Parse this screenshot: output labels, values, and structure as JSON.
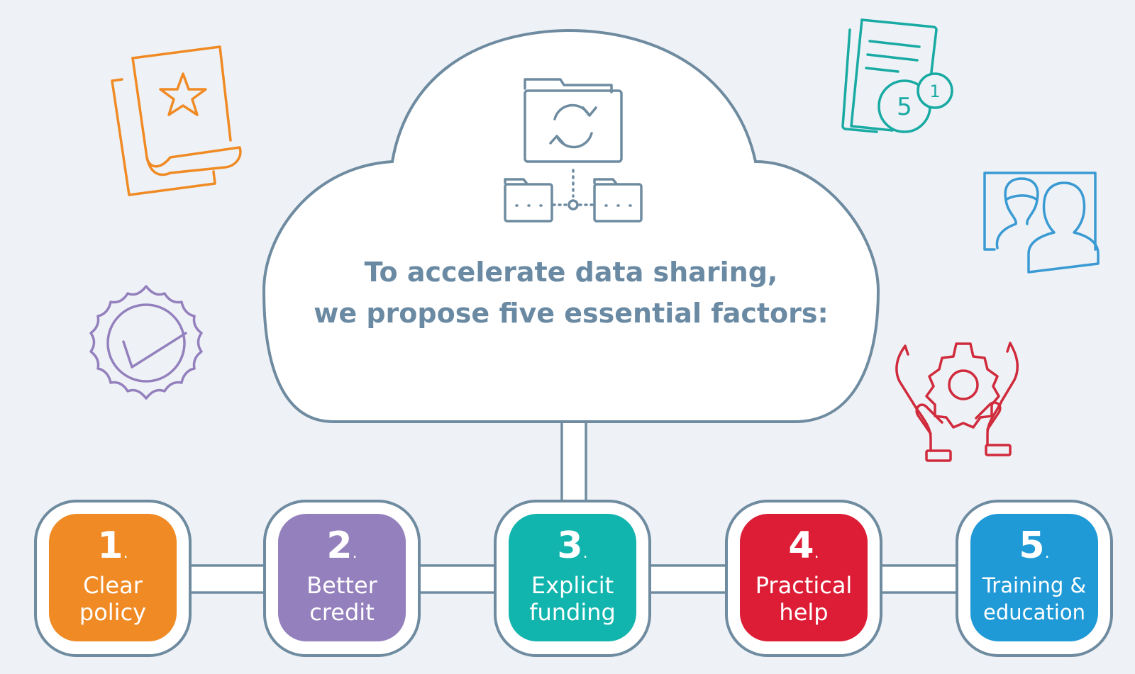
{
  "headline": {
    "line1": "To accelerate data sharing,",
    "line2": "we propose five essential factors:"
  },
  "factors": [
    {
      "number": "1",
      "dot": ".",
      "line1": "Clear",
      "line2": "policy",
      "color": "#f08a24"
    },
    {
      "number": "2",
      "dot": ".",
      "line1": "Better",
      "line2": "credit",
      "color": "#9480bd"
    },
    {
      "number": "3",
      "dot": ".",
      "line1": "Explicit",
      "line2": "funding",
      "color": "#12b5ae"
    },
    {
      "number": "4",
      "dot": ".",
      "line1": "Practical",
      "line2": "help",
      "color": "#dd1d35"
    },
    {
      "number": "5",
      "dot": ".",
      "line1": "Training &",
      "line2": "education",
      "color": "#1f9ad7"
    }
  ],
  "colors": {
    "outline": "#6f8ba0",
    "background": "#eef2f6",
    "orange": "#f08a24",
    "teal": "#18aaa3",
    "blue": "#3a9ad3",
    "purple": "#9480bd",
    "red": "#d02b3c"
  },
  "icons": [
    "folder-sync-icon",
    "book-star-icon",
    "document-rating-icon",
    "people-icon",
    "badge-check-icon",
    "hands-gear-icon"
  ],
  "icon_digits": {
    "big": "5",
    "small": "1"
  }
}
